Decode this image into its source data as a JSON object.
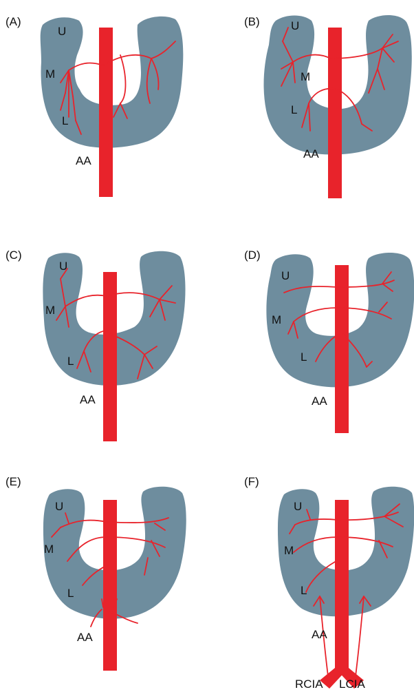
{
  "figure": {
    "colors": {
      "kidney": "#6e8d9e",
      "artery": "#e8232b",
      "text": "#111111",
      "background": "#ffffff"
    },
    "panels": [
      {
        "letter": "(A)",
        "labels": {
          "U": "U",
          "M": "M",
          "L": "L",
          "AA": "AA"
        }
      },
      {
        "letter": "(B)",
        "labels": {
          "U": "U",
          "M": "M",
          "L": "L",
          "AA": "AA"
        }
      },
      {
        "letter": "(C)",
        "labels": {
          "U": "U",
          "M": "M",
          "L": "L",
          "AA": "AA"
        }
      },
      {
        "letter": "(D)",
        "labels": {
          "U": "U",
          "M": "M",
          "L": "L",
          "AA": "AA"
        }
      },
      {
        "letter": "(E)",
        "labels": {
          "U": "U",
          "M": "M",
          "L": "L",
          "AA": "AA"
        }
      },
      {
        "letter": "(F)",
        "labels": {
          "U": "U",
          "M": "M",
          "L": "L",
          "AA": "AA",
          "RCIA": "RCIA",
          "LCIA": "LCIA"
        }
      }
    ]
  }
}
